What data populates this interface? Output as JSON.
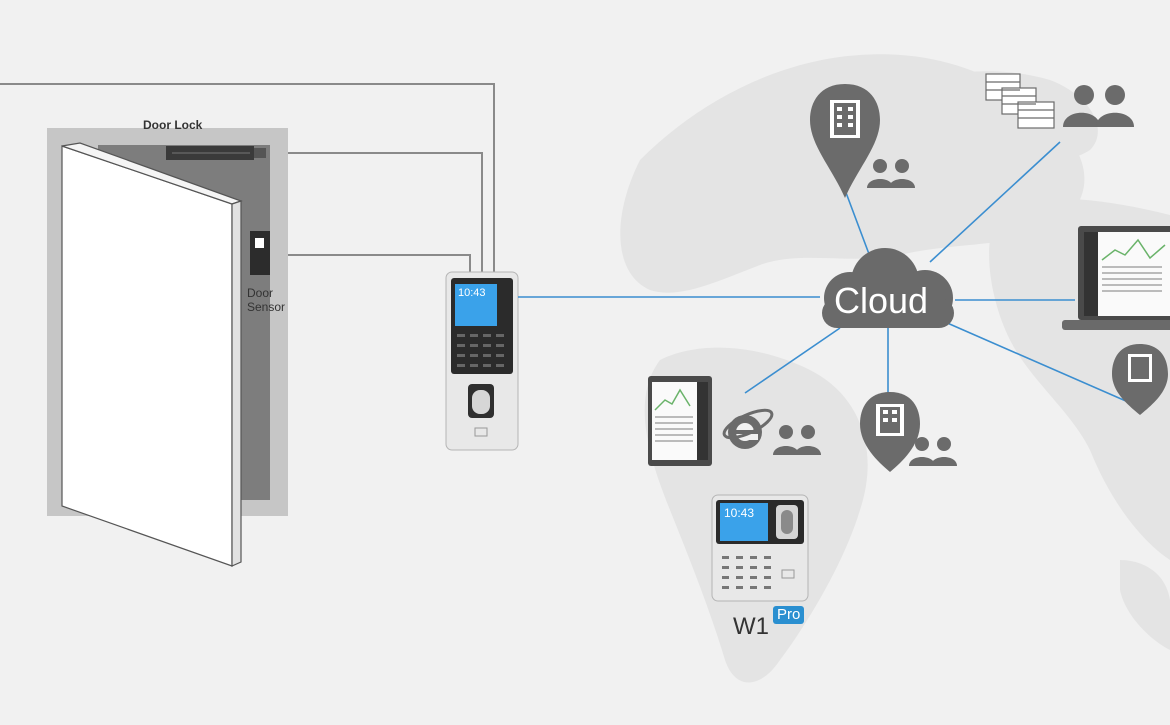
{
  "labels": {
    "door_lock": "Door Lock",
    "door_sensor_line1": "Door",
    "door_sensor_line2": "Sensor",
    "cloud": "Cloud",
    "device_name": "W1",
    "device_badge": "Pro"
  },
  "device_screen": {
    "time": "10:43"
  },
  "colors": {
    "background": "#f1f1f1",
    "map": "#e3e3e3",
    "wire": "#8a8a8a",
    "link": "#3b8ed0",
    "icon": "#6b6b6b",
    "screen": "#39a0e8",
    "badge": "#2a8fd0"
  }
}
